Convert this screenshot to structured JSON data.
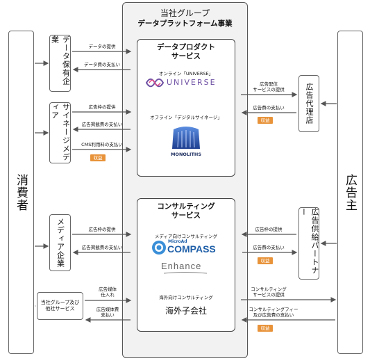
{
  "consumer": "消費者",
  "advertiser": "広告主",
  "group": {
    "title": "当社グループ",
    "subtitle": "データプラットフォーム事業"
  },
  "data_products": {
    "title_line1": "データプロダクト",
    "title_line2": "サービス",
    "online_caption": "オンライン「UNIVERSE」",
    "universe_logo": "UNIVERSE",
    "offline_caption": "オフライン「デジタルサイネージ」",
    "monoliths_logo": "MONOLITHS"
  },
  "consulting": {
    "title_line1": "コンサルティング",
    "title_line2": "サービス",
    "media_caption": "メディア向けコンサルティング",
    "compass_small": "MicroAd",
    "compass_big": "COMPASS",
    "enhance_logo": "Enhance",
    "overseas_caption": "海外向けコンサルティング",
    "overseas_sub": "海外子会社"
  },
  "left_boxes": {
    "data_holder": "データ保有企業",
    "signage_media": "サイネージメディア",
    "media_company": "メディア企業",
    "group_others": "当社グループ及び他社サービス"
  },
  "right_boxes": {
    "ad_agency": "広告代理店",
    "ad_supply_partner": "広告供給パートナー"
  },
  "flows": {
    "data_provide": "データの提供",
    "data_fee": "データ費の支払い",
    "ad_slot_provide_1": "広告枠の提供",
    "ad_posting_fee_1": "広告掲載費の支払い",
    "cms_fee": "CMS利用料の支払い",
    "ad_slot_provide_2": "広告枠の提供",
    "ad_posting_fee_2": "広告掲載費の支払い",
    "media_purchase_1": "広告媒体",
    "media_purchase_2": "仕入れ",
    "media_fee_1": "広告媒体費",
    "media_fee_2": "支払い",
    "delivery_service_1": "広告配信",
    "delivery_service_2": "サービスの提供",
    "ad_fee_payment": "広告費の支払い",
    "ad_slot_provide_3": "広告枠の提供",
    "ad_fee_payment_2": "広告費の支払い",
    "consulting_service_1": "コンサルティング",
    "consulting_service_2": "サービスの提供",
    "consulting_fee_1": "コンサルティングフィー",
    "consulting_fee_2": "及び広告費の支払い"
  },
  "revenue_label": "収益",
  "colors": {
    "revenue_badge": "#e8933a",
    "group_background": "#f2f2f2",
    "arrow": "#555555",
    "universe_purple": "#6d4fa3",
    "universe_pink": "#e04b8a",
    "compass_blue": "#1f5fa8",
    "monoliths_blue": "#1f4fa0"
  }
}
